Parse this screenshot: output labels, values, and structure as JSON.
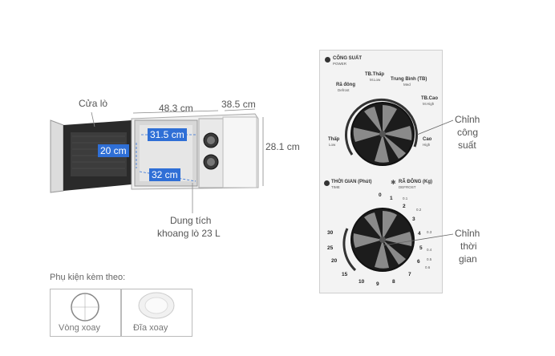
{
  "microwave_labels": {
    "door": "Cửa lò",
    "width": "48.3 cm",
    "depth": "38.5 cm",
    "height": "28.1 cm",
    "inner_width": "31.5 cm",
    "inner_height": "20 cm",
    "inner_depth": "32 cm",
    "capacity_line1": "Dung tích",
    "capacity_line2": "khoang lò 23 L"
  },
  "accessories": {
    "heading": "Phụ kiện kèm theo:",
    "items": [
      {
        "label": "Vòng xoay"
      },
      {
        "label": "Đĩa xoay"
      }
    ]
  },
  "panel": {
    "power_title": "CÔNG SUẤT",
    "power_sub": "POWER",
    "power_levels": [
      {
        "vi": "Rã đông",
        "en": "Defrost"
      },
      {
        "vi": "TB.Thấp",
        "en": "M.Low"
      },
      {
        "vi": "Trung Bình (TB)",
        "en": "Med"
      },
      {
        "vi": "TB.Cao",
        "en": "M.High"
      },
      {
        "vi": "Thấp",
        "en": "Low"
      },
      {
        "vi": "Cao",
        "en": "High"
      }
    ],
    "time_title": "THỜI GIAN (Phút)",
    "time_sub": "TIME",
    "defrost_title": "RÃ ĐÔNG (Kg)",
    "defrost_sub": "DEFROST",
    "time_numbers": [
      "0",
      "1",
      "2",
      "3",
      "4",
      "5",
      "6",
      "7",
      "8",
      "9",
      "10",
      "15",
      "20",
      "25",
      "30"
    ],
    "defrost_numbers": [
      "0.1",
      "0.2",
      "0.3",
      "0.4",
      "0.5",
      "0.6"
    ]
  },
  "callouts": {
    "power": [
      "Chỉnh",
      "công",
      "suất"
    ],
    "time": [
      "Chỉnh",
      "thời",
      "gian"
    ]
  }
}
